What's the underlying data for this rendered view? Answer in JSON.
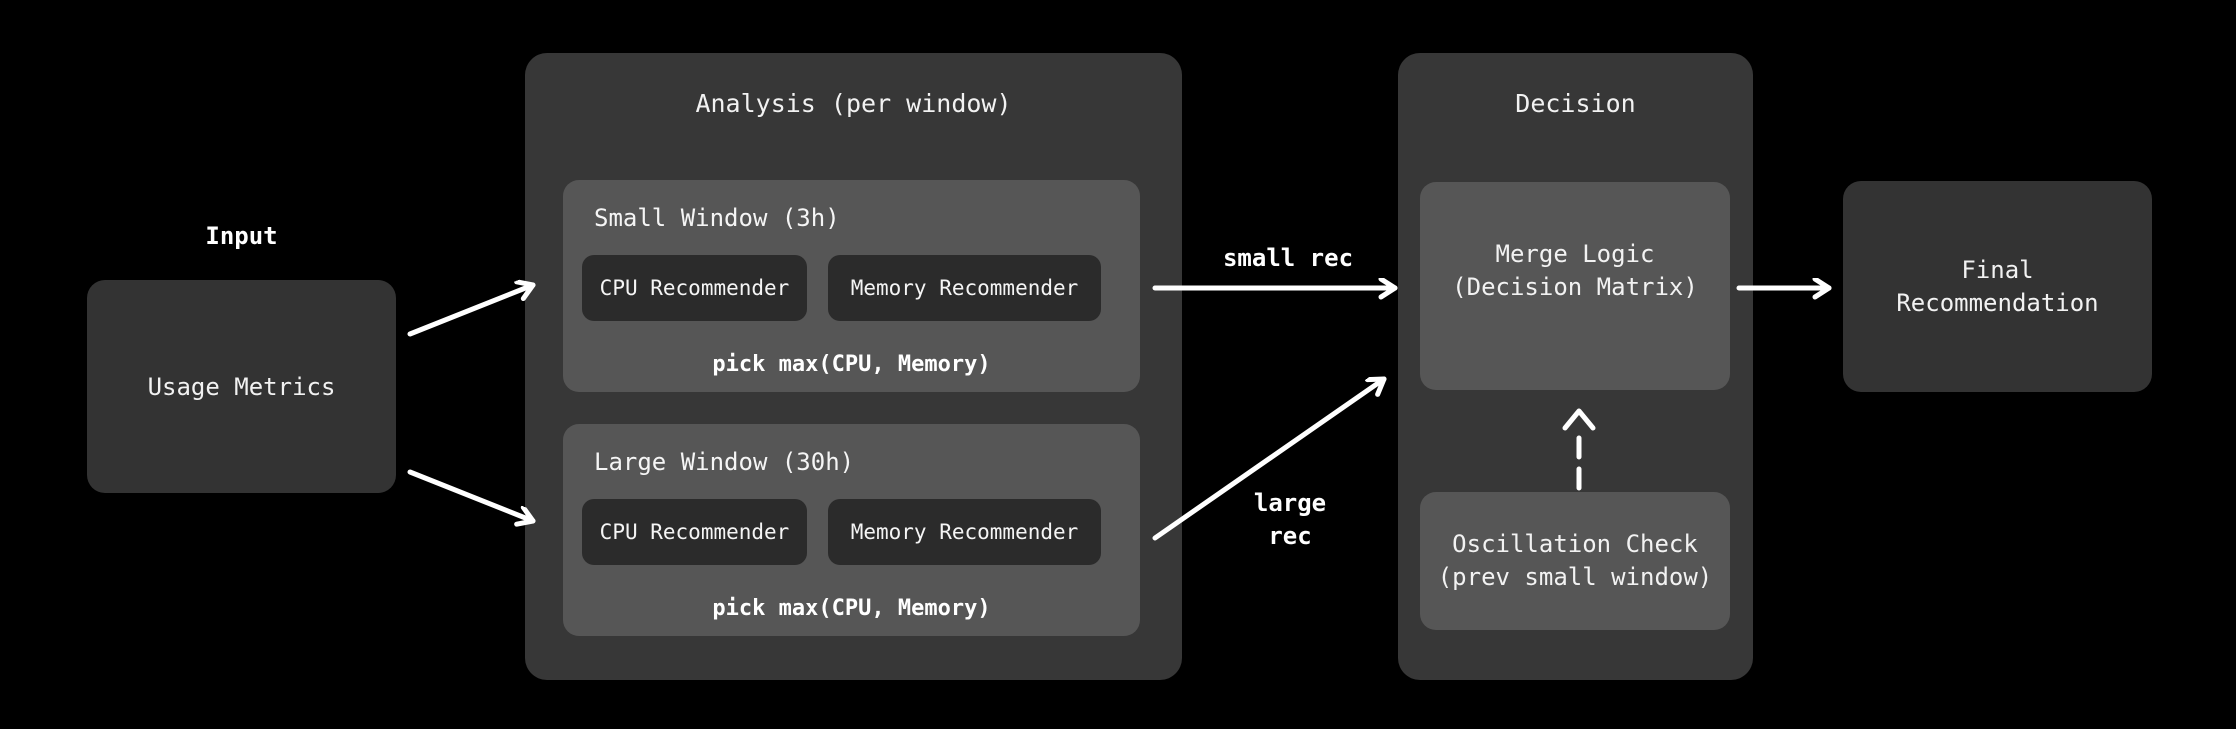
{
  "colors": {
    "background": "#000000",
    "group_container_fill": "#373737",
    "sub_container_fill": "#565656",
    "inner_node_fill": "#2b2b2b",
    "outer_node_fill": "#333333",
    "text": "#f2f2f2",
    "arrow": "#ffffff"
  },
  "input_group": {
    "label": "Input",
    "node_label": "Usage Metrics"
  },
  "analysis": {
    "title": "Analysis (per window)",
    "small_window": {
      "title": "Small Window (3h)",
      "cpu_label": "CPU Recommender",
      "memory_label": "Memory Recommender",
      "footer": "pick max(CPU, Memory)"
    },
    "large_window": {
      "title": "Large Window (30h)",
      "cpu_label": "CPU Recommender",
      "memory_label": "Memory Recommender",
      "footer": "pick max(CPU, Memory)"
    }
  },
  "decision": {
    "title": "Decision",
    "merge_node": "Merge Logic\n(Decision Matrix)",
    "oscillation_node": "Oscillation Check\n(prev small window)"
  },
  "final_node": "Final\nRecommendation",
  "edge_labels": {
    "small_rec": "small rec",
    "large_rec": "large\nrec"
  }
}
